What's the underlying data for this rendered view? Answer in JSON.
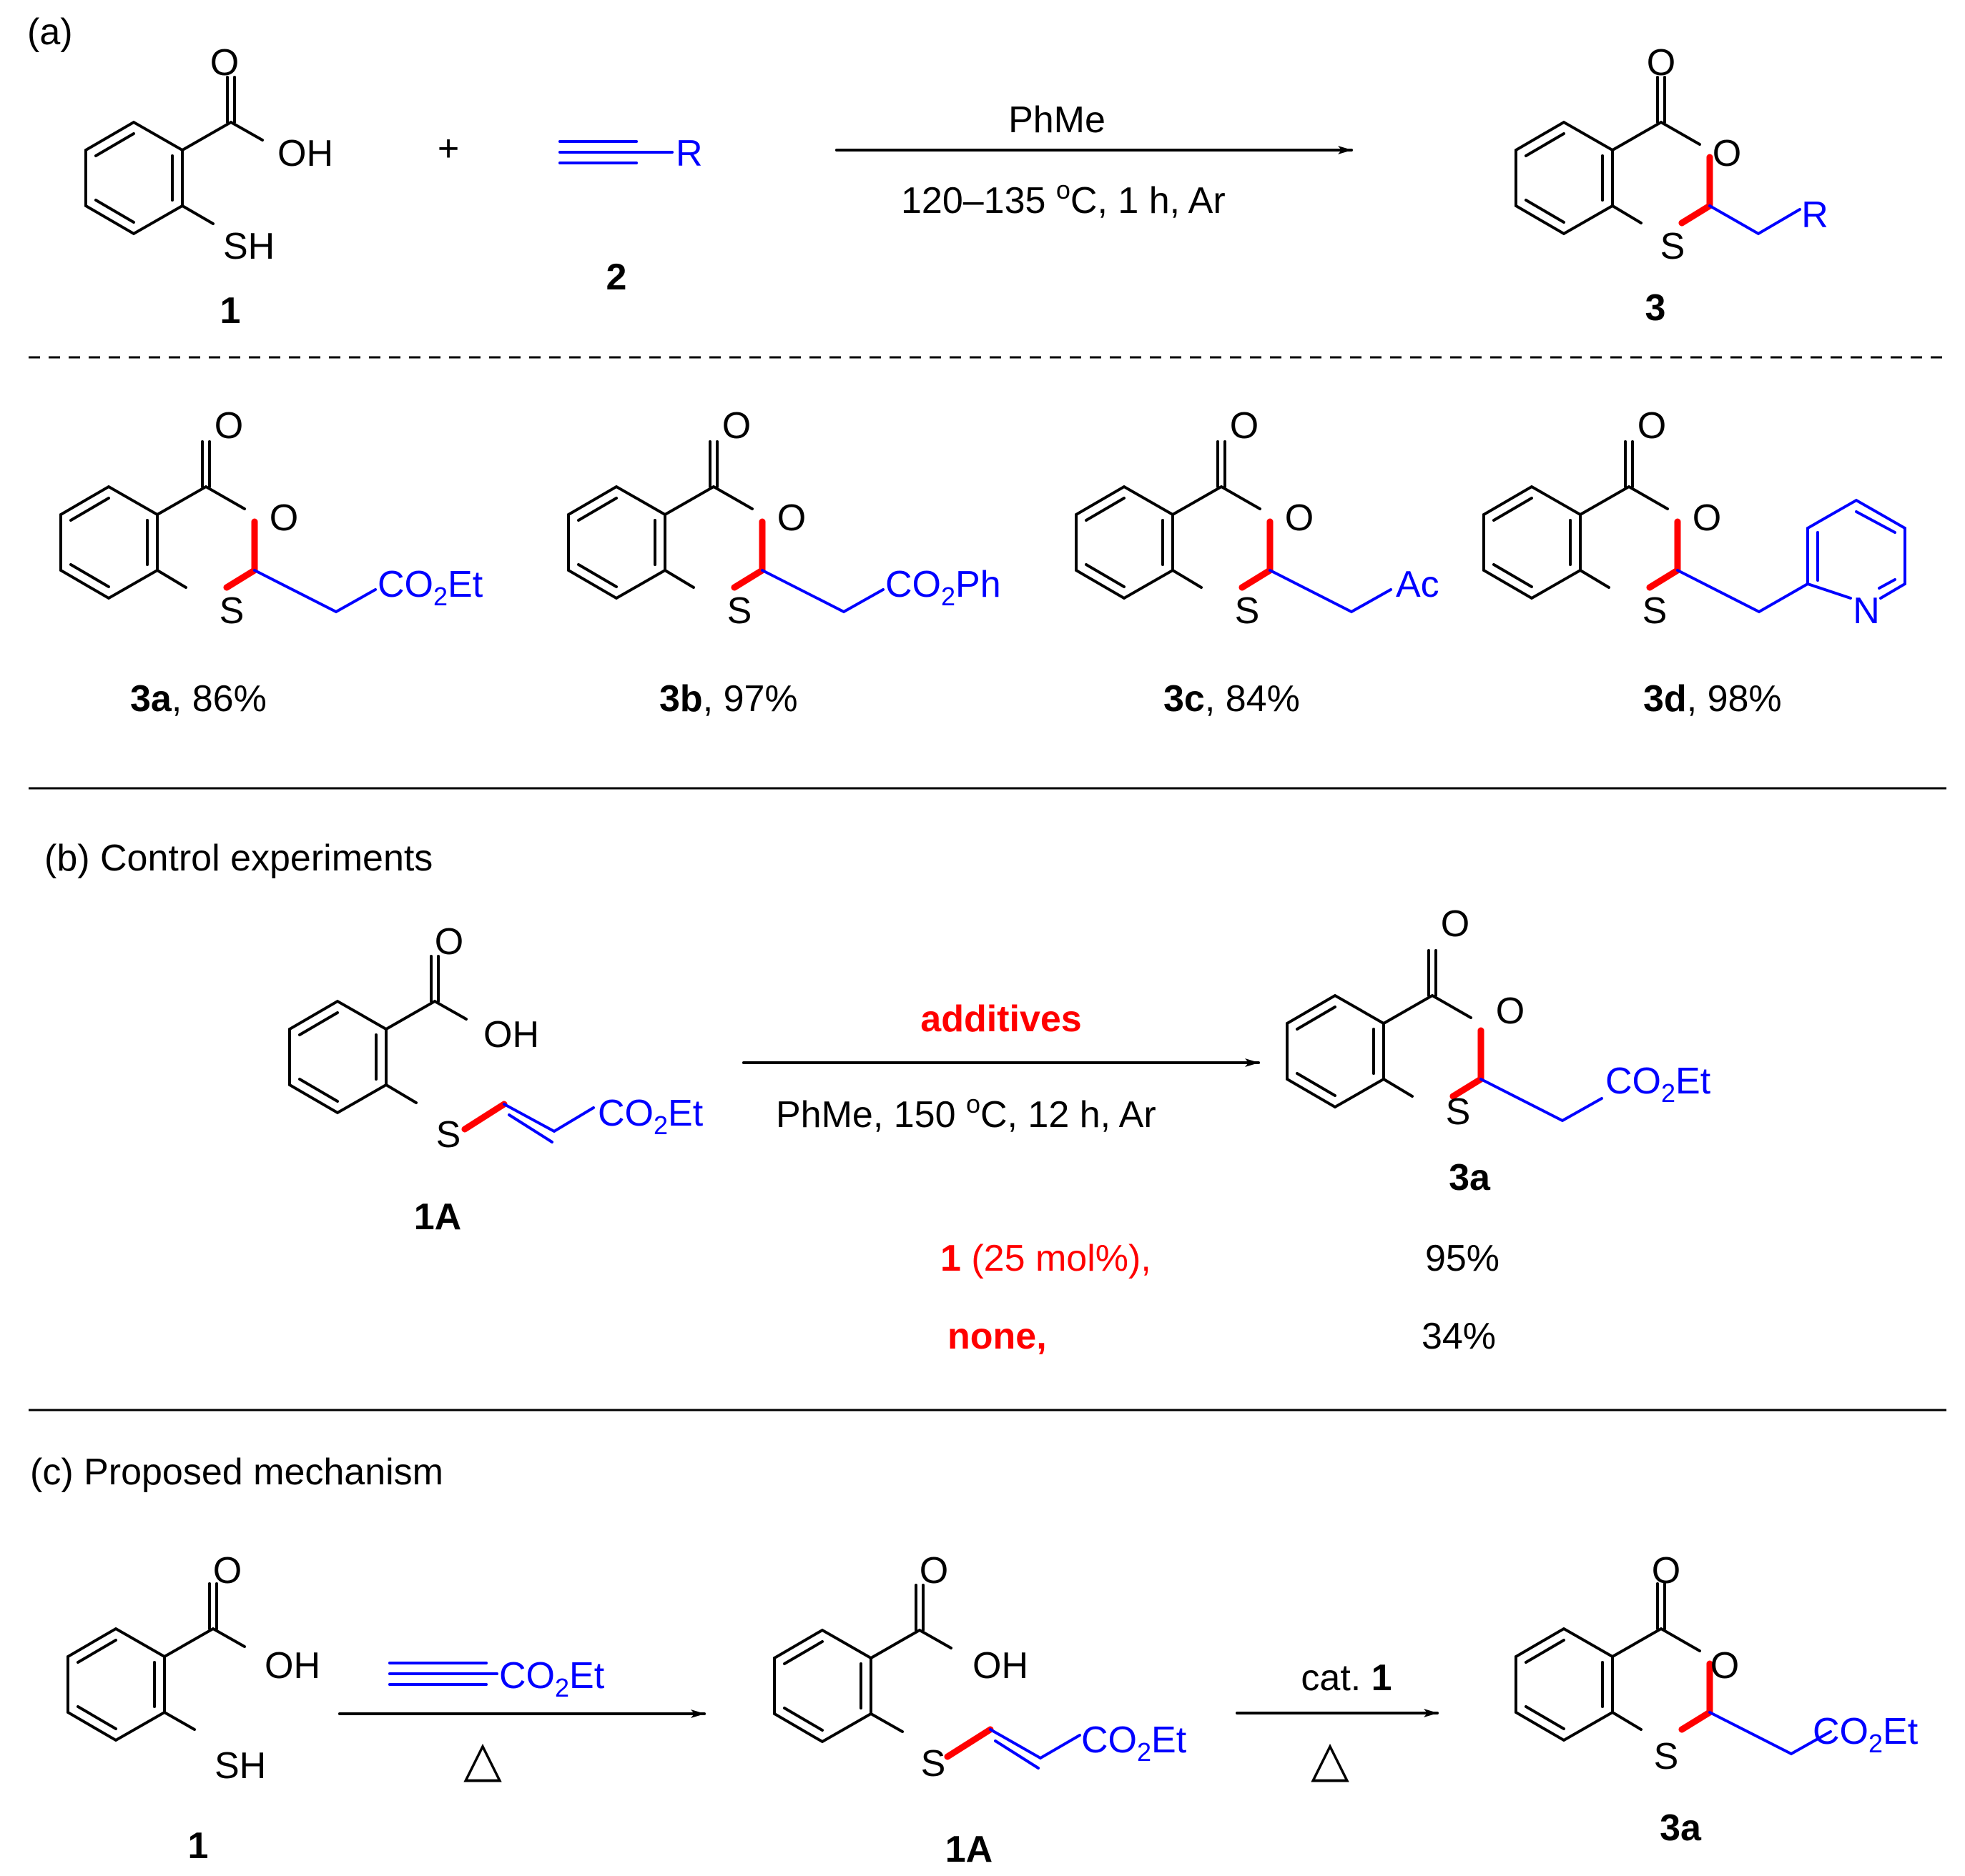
{
  "sections": {
    "a": {
      "label": "(a)"
    },
    "b": {
      "label": "(b) Control experiments"
    },
    "c": {
      "label": "(c) Proposed mechanism"
    }
  },
  "atoms": {
    "O": "O",
    "OH": "OH",
    "SH": "SH",
    "S": "S",
    "N": "N",
    "R": "R"
  },
  "groups": {
    "co2et": {
      "main": "CO",
      "sub": "2",
      "tail": "Et"
    },
    "co2ph": {
      "main": "CO",
      "sub": "2",
      "tail": "Ph"
    },
    "ac": "Ac"
  },
  "reaction_a": {
    "plus": "+",
    "reagent1_number": "1",
    "reagent2_number": "2",
    "product_number": "3",
    "condition_top": "PhMe",
    "condition_bottom_prefix": "120–135 ",
    "condition_bottom_deg": "o",
    "condition_bottom_suffix": "C, 1 h, Ar"
  },
  "products": [
    {
      "id": "3a",
      "yield": ", 86%"
    },
    {
      "id": "3b",
      "yield": ", 97%"
    },
    {
      "id": "3c",
      "yield": ", 84%"
    },
    {
      "id": "3d",
      "yield": ", 98%"
    }
  ],
  "reaction_b": {
    "substrate_number": "1A",
    "product_number": "3a",
    "condition_top": "additives",
    "condition_bottom_prefix": "PhMe, 150 ",
    "condition_bottom_deg": "o",
    "condition_bottom_suffix": "C, 12 h, Ar",
    "rows": [
      {
        "additive_bold": "1",
        "additive_rest": " (25 mol%),",
        "yield": "95%"
      },
      {
        "additive_bold": "none,",
        "additive_rest": "",
        "yield": "34%"
      }
    ]
  },
  "reaction_c": {
    "start_number": "1",
    "intermediate_number": "1A",
    "product_number": "3a",
    "step1_bottom": "△",
    "step2_top_prefix": "cat. ",
    "step2_top_bold": "1",
    "step2_bottom": "△"
  },
  "colors": {
    "blue": "#0000ff",
    "red": "#ff0000",
    "black": "#000000"
  }
}
